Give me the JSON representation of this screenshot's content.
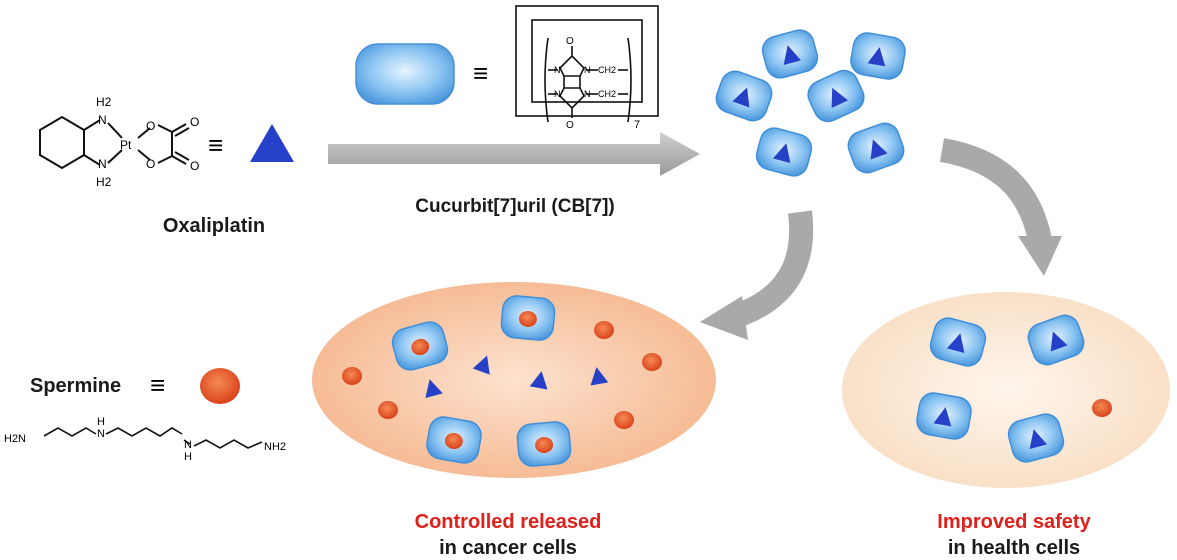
{
  "oxaliplatin": {
    "name": "Oxaliplatin",
    "h2_top": "H2",
    "h2_bottom": "H2",
    "n_top": "N",
    "n_bottom": "N",
    "pt": "Pt",
    "o_top": "O",
    "o_bottom": "O",
    "equiv": "≡"
  },
  "cb7": {
    "label": "Cucurbit[7]uril (CB[7])",
    "equiv": "≡",
    "subscript": "7",
    "atoms": {
      "o": "O",
      "n": "N",
      "ch2": "CH2"
    }
  },
  "spermine": {
    "label": "Spermine",
    "equiv": "≡",
    "h2n": "H2N",
    "nh2": "NH2",
    "h": "H",
    "n": "N"
  },
  "cancer": {
    "line1": "Controlled released",
    "line2": "in cancer cells"
  },
  "healthy": {
    "line1": "Improved safety",
    "line2": "in health cells"
  },
  "colors": {
    "capsule": "#6fb3ec",
    "drug": "#2640c8",
    "spermine": "#e8582a",
    "cancer_cell": "#f7c6a3",
    "healthy_cell": "#fbe9d8",
    "arrow": "#a9a9a9",
    "red_text": "#e0201b"
  }
}
